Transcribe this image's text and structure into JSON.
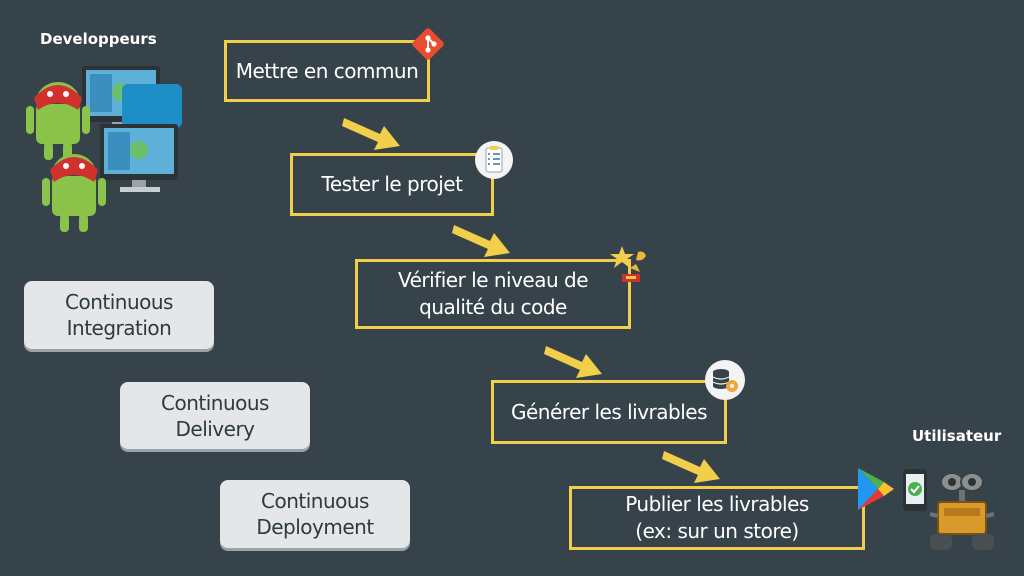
{
  "labels": {
    "developers": "Developpeurs",
    "user": "Utilisateur"
  },
  "steps": [
    {
      "line1": "Mettre en commun",
      "line2": ""
    },
    {
      "line1": "Tester le projet",
      "line2": ""
    },
    {
      "line1": "Vérifier le niveau de",
      "line2": "qualité du code"
    },
    {
      "line1": "Générer les livrables",
      "line2": ""
    },
    {
      "line1": "Publier les livrables",
      "line2": "(ex: sur un store)"
    }
  ],
  "pills": [
    {
      "line1": "Continuous",
      "line2": "Integration"
    },
    {
      "line1": "Continuous",
      "line2": "Delivery"
    },
    {
      "line1": "Continuous",
      "line2": "Deployment"
    }
  ],
  "icons": [
    "git-icon",
    "checklist-icon",
    "trophy-icon",
    "database-gear-icon",
    "play-store-icon",
    "phone-check-icon",
    "android-developer-icon",
    "desktop-monitor-icon",
    "robot-user-icon"
  ],
  "colors": {
    "background": "#37434b",
    "accent": "#f2cf4a",
    "pill": "#e4e6e8"
  }
}
